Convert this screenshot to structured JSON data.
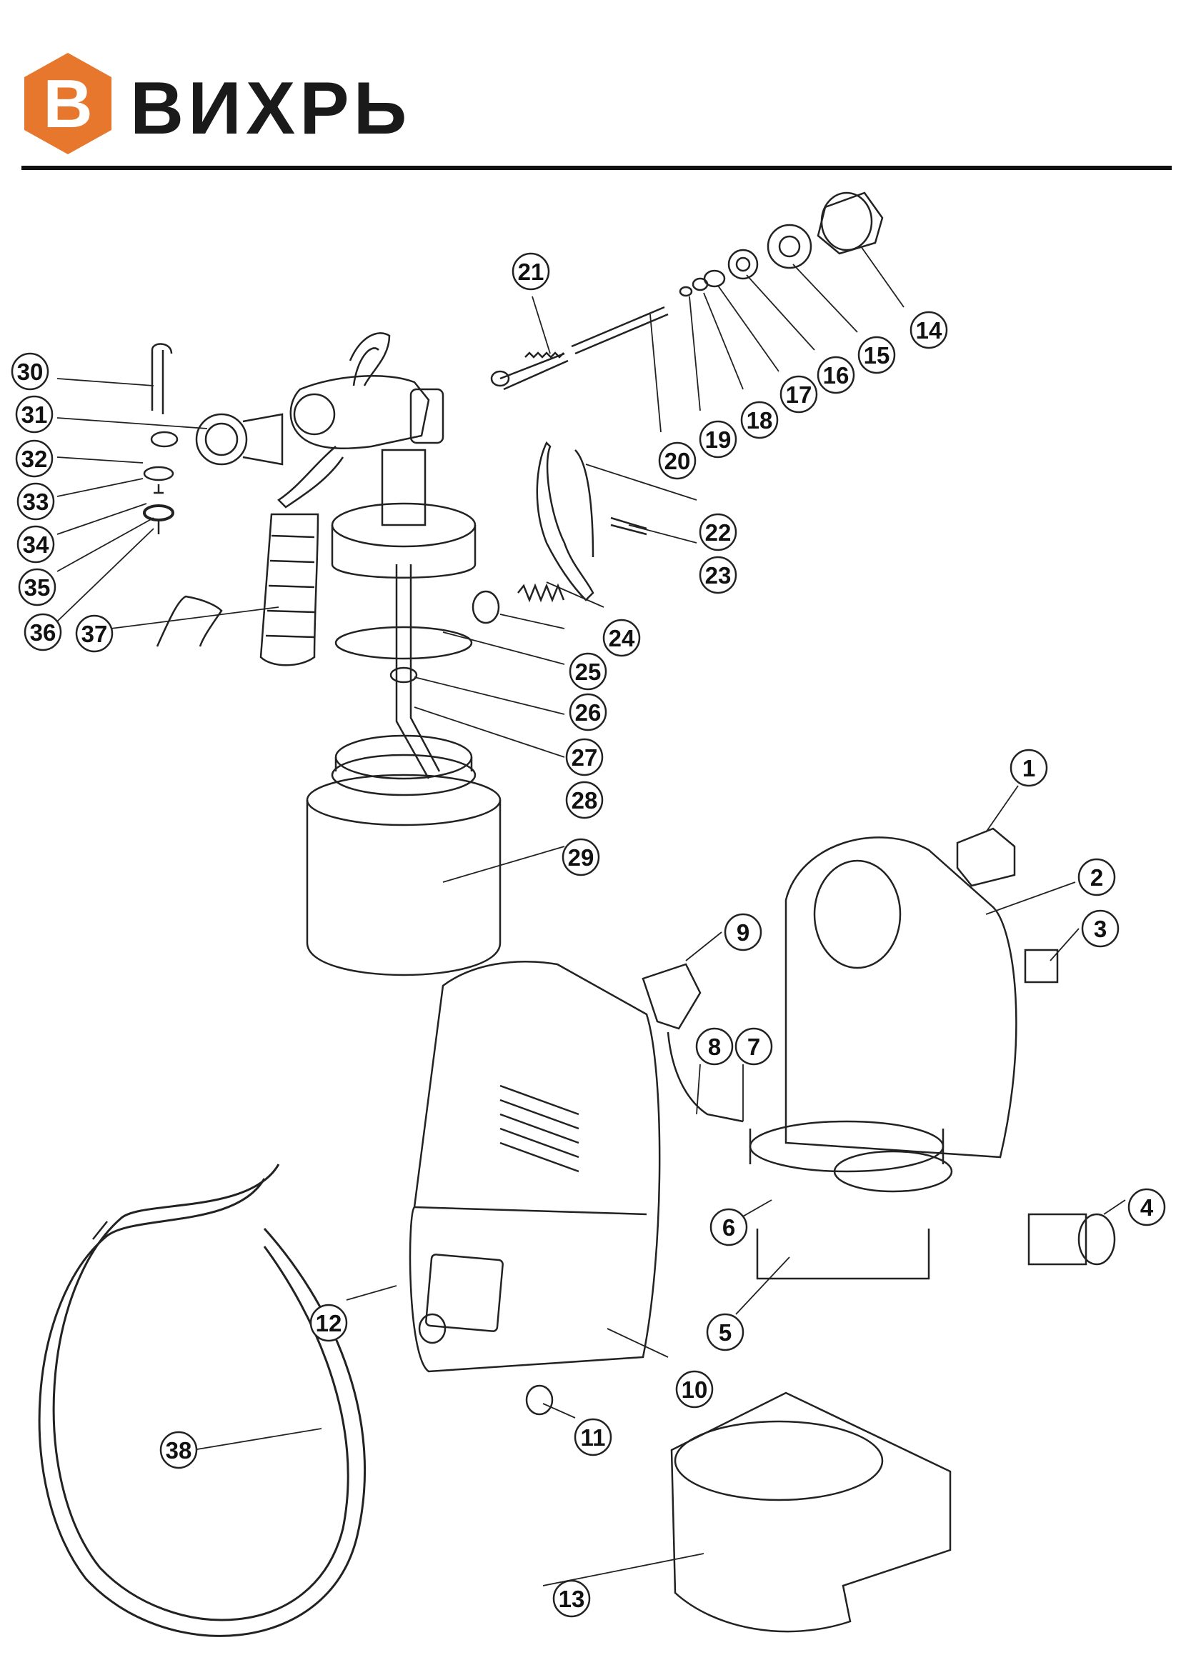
{
  "brand": {
    "name": "ВИХРЬ",
    "logo_letter": "В",
    "accent_color": "#e8772e"
  },
  "callouts": [
    "1",
    "2",
    "3",
    "4",
    "5",
    "6",
    "7",
    "8",
    "9",
    "10",
    "11",
    "12",
    "13",
    "14",
    "15",
    "16",
    "17",
    "18",
    "19",
    "20",
    "21",
    "22",
    "23",
    "24",
    "25",
    "26",
    "27",
    "28",
    "29",
    "30",
    "31",
    "32",
    "33",
    "34",
    "35",
    "36",
    "37",
    "38"
  ]
}
